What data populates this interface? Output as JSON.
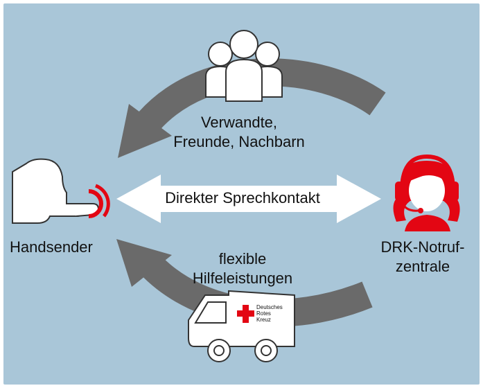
{
  "colors": {
    "background": "#a9c6d8",
    "arrow_gray": "#6a6a6a",
    "drk_red": "#e30613",
    "white": "#ffffff",
    "outline": "#222222"
  },
  "icons": [
    "people-icon",
    "hand-pressing-button-icon",
    "headset-operator-icon",
    "ambulance-van-icon",
    "red-cross-icon"
  ],
  "labels": {
    "relatives": [
      "Verwandte,",
      "Freunde, Nachbarn"
    ],
    "direct_contact": "Direkter Sprechkontakt",
    "flexible_help": [
      "flexible",
      "Hilfeleistungen"
    ],
    "hand_sender": "Handsender",
    "drk_center": [
      "DRK-Notruf-",
      "zentrale"
    ]
  },
  "van_logo_text": [
    "Deutsches",
    "Rotes",
    "Kreuz"
  ]
}
